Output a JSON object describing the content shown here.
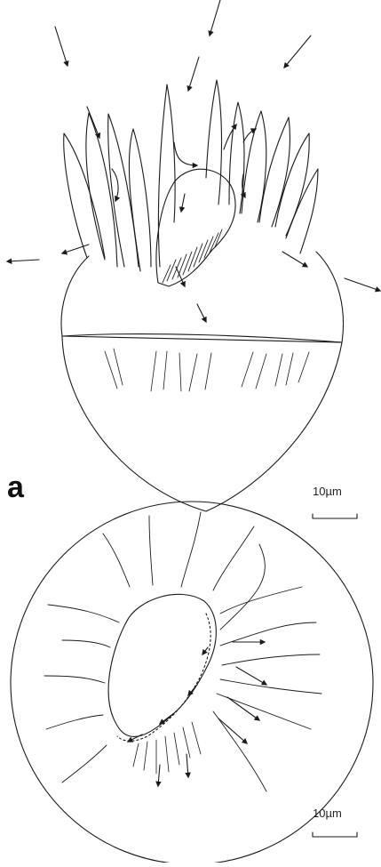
{
  "panel_letter": "a",
  "scale_bar_a": "10µm",
  "scale_bar_b": "10µm",
  "line_color": "#1a1a1a"
}
